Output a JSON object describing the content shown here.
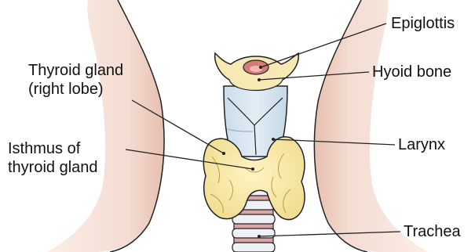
{
  "labels": {
    "epiglottis": "Epiglottis",
    "hyoid_bone": "Hyoid bone",
    "thyroid_right_lobe": [
      "Thyroid gland",
      "(right lobe)"
    ],
    "isthmus": [
      "Isthmus of",
      "thyroid gland"
    ],
    "larynx": "Larynx",
    "trachea": "Trachea"
  },
  "colors": {
    "skin": "#f3dcd2",
    "skin_shadow": "#e8c4b4",
    "hyoid": "#f7e9b4",
    "larynx": "#d7e5ef",
    "thyroid": "#f5e8a6",
    "epiglottis": "#d8797a",
    "trachea_ring": "#f0f2f5",
    "trachea_gap": "#d9a5a5",
    "outline": "#222222"
  }
}
